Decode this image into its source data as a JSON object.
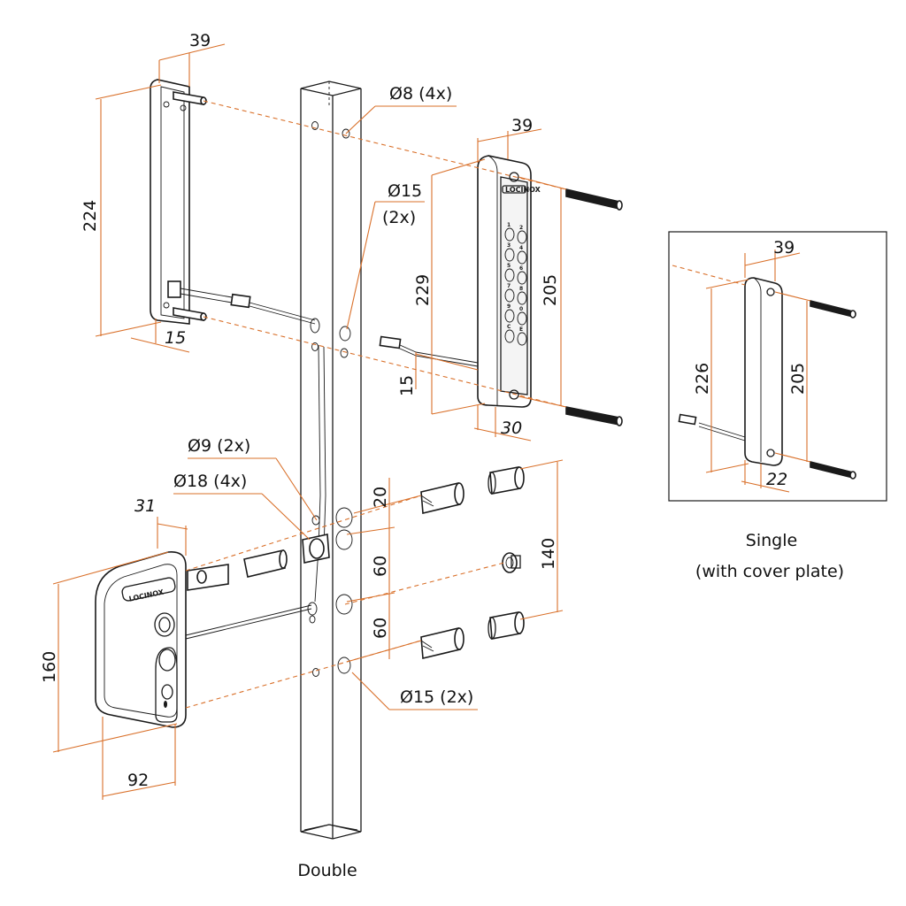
{
  "labels": {
    "handle_width": "39",
    "handle_height": "224",
    "handle_depth": "15",
    "hole_8": "Ø8 (4x)",
    "hole_15_top_a": "Ø15",
    "hole_15_top_b": "(2x)",
    "keypad_width": "39",
    "keypad_height": "229",
    "keypad_holes": "205",
    "keypad_offset": "15",
    "keypad_depth": "30",
    "hole_9": "Ø9 (2x)",
    "hole_18": "Ø18 (4x)",
    "lock_depth": "31",
    "lock_height": "160",
    "lock_width": "92",
    "spacing_20": "20",
    "spacing_60a": "60",
    "spacing_60b": "60",
    "spacing_140": "140",
    "hole_15_bottom": "Ø15 (2x)",
    "single_width": "39",
    "single_height": "226",
    "single_holes": "205",
    "single_depth": "22"
  },
  "captions": {
    "double": "Double",
    "single_line1": "Single",
    "single_line2": "(with cover plate)"
  },
  "brand": "LOCINOX",
  "keypad_keys": [
    "1",
    "2",
    "3",
    "4",
    "5",
    "6",
    "7",
    "8",
    "9",
    "0",
    "C",
    "E"
  ]
}
